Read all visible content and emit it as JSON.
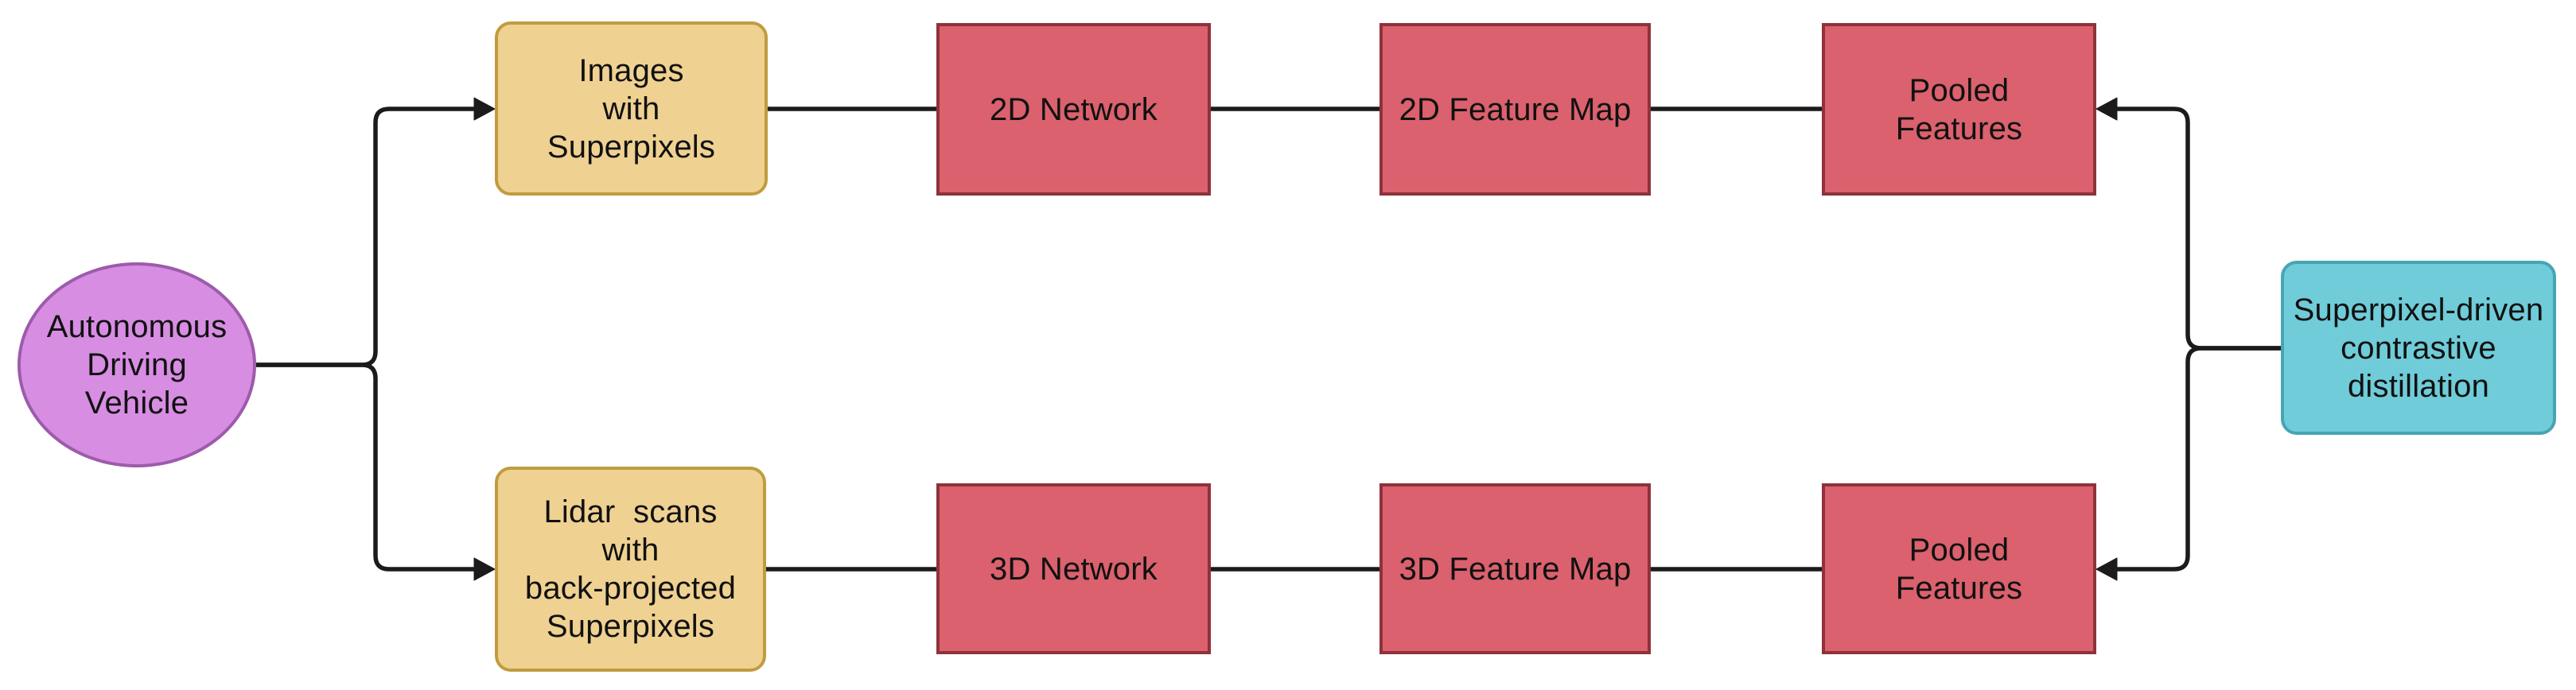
{
  "colors": {
    "background": "#ffffff",
    "connector_line": "#1b1b1b",
    "text": "#111111",
    "ellipse_fill": "#d78de2",
    "ellipse_border": "#9d5bab",
    "input_box_fill": "#efd192",
    "input_box_border": "#c09c40",
    "process_box_fill": "#da616d",
    "process_box_border": "#8f323a",
    "distill_box_fill": "#6fccd8",
    "distill_box_border": "#47a5b3"
  },
  "nodes": {
    "vehicle": {
      "label": "Autonomous\nDriving\nVehicle",
      "shape": "ellipse"
    },
    "images": {
      "label": "Images\nwith\nSuperpixels",
      "shape": "rounded-rect"
    },
    "network_2d": {
      "label": "2D Network",
      "shape": "rect"
    },
    "feature_map_2d": {
      "label": "2D Feature Map",
      "shape": "rect"
    },
    "pooled_top": {
      "label": "Pooled\nFeatures",
      "shape": "rect"
    },
    "lidar": {
      "label": "Lidar  scans\nwith\nback-projected\nSuperpixels",
      "shape": "rounded-rect"
    },
    "network_3d": {
      "label": "3D Network",
      "shape": "rect"
    },
    "feature_map_3d": {
      "label": "3D Feature Map",
      "shape": "rect"
    },
    "pooled_bottom": {
      "label": "Pooled\nFeatures",
      "shape": "rect"
    },
    "distillation": {
      "label": "Superpixel-driven\ncontrastive\ndistillation",
      "shape": "rounded-rect"
    }
  },
  "edges": [
    {
      "from": "Autonomous Driving Vehicle",
      "to": "Images with Superpixels",
      "arrowhead": true
    },
    {
      "from": "Autonomous Driving Vehicle",
      "to": "Lidar scans with back-projected Superpixels",
      "arrowhead": true
    },
    {
      "from": "Images with Superpixels",
      "to": "2D Network",
      "arrowhead": false
    },
    {
      "from": "2D Network",
      "to": "2D Feature Map",
      "arrowhead": false
    },
    {
      "from": "2D Feature Map",
      "to": "Pooled Features (top)",
      "arrowhead": false
    },
    {
      "from": "Lidar scans with back-projected Superpixels",
      "to": "3D Network",
      "arrowhead": false
    },
    {
      "from": "3D Network",
      "to": "3D Feature Map",
      "arrowhead": false
    },
    {
      "from": "3D Feature Map",
      "to": "Pooled Features (bottom)",
      "arrowhead": false
    },
    {
      "from": "Superpixel-driven contrastive distillation",
      "to": "Pooled Features (top)",
      "arrowhead": true
    },
    {
      "from": "Superpixel-driven contrastive distillation",
      "to": "Pooled Features (bottom)",
      "arrowhead": true
    }
  ]
}
